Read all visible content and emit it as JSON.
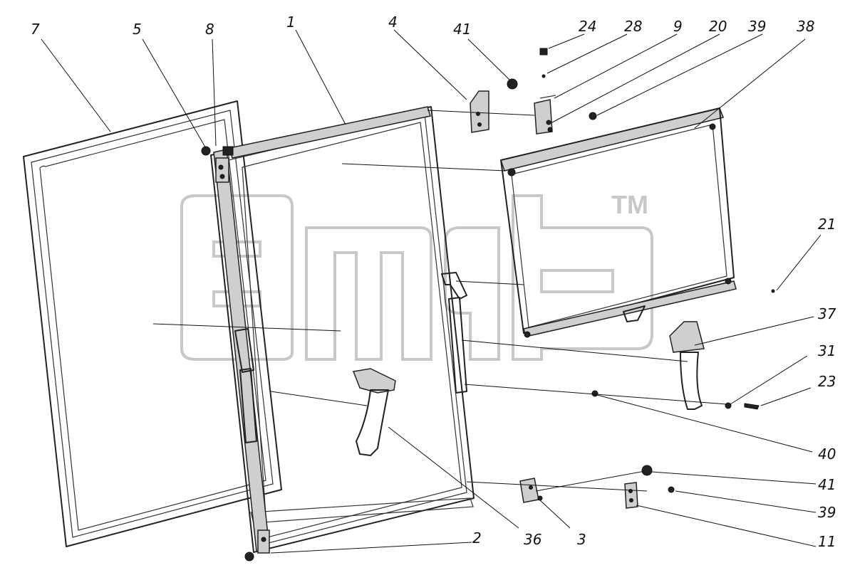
{
  "diagram": {
    "watermark": {
      "mark": "TM"
    },
    "callouts": [
      "7",
      "5",
      "8",
      "1",
      "4",
      "41",
      "24",
      "28",
      "9",
      "20",
      "39",
      "38",
      "21",
      "37",
      "31",
      "23",
      "40",
      "41",
      "39",
      "11",
      "2",
      "36",
      "3"
    ]
  }
}
